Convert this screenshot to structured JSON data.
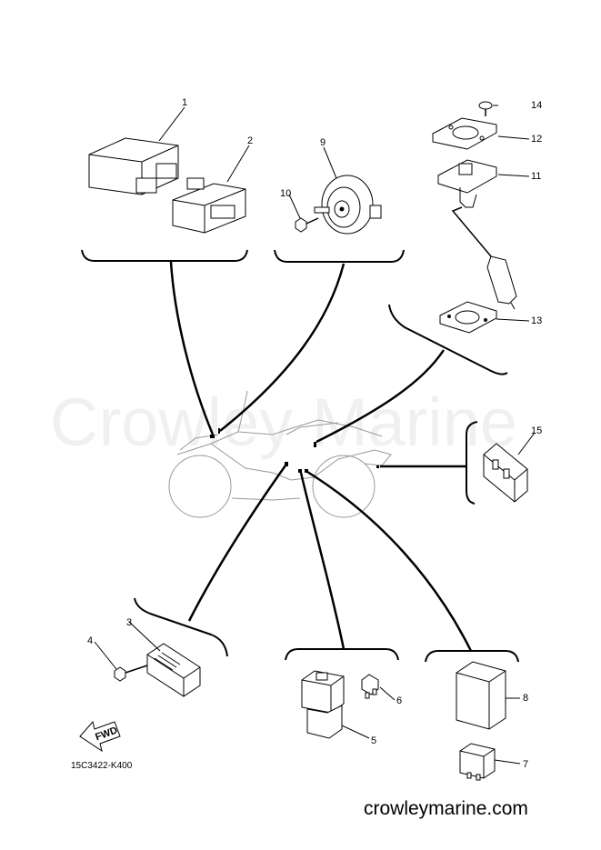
{
  "watermark": "Crowley Marine",
  "site": "crowleymarine.com",
  "drawing_code": "15C3422-K400",
  "fwd_label": "FWD",
  "callouts": {
    "c1": "1",
    "c2": "2",
    "c3": "3",
    "c4": "4",
    "c5": "5",
    "c6": "6",
    "c7": "7",
    "c8": "8",
    "c9": "9",
    "c10": "10",
    "c11": "11",
    "c12": "12",
    "c13": "13",
    "c14": "14",
    "c15": "15"
  }
}
